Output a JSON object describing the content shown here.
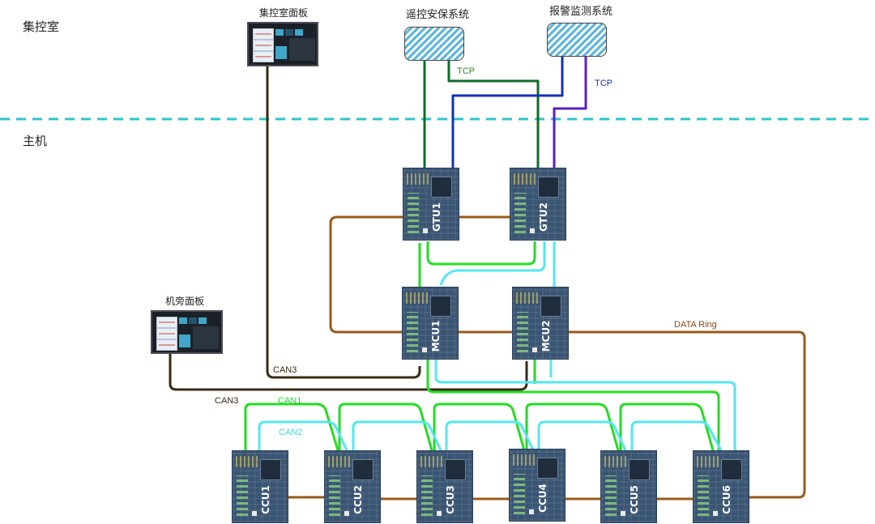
{
  "zones": {
    "control_room": "集控室",
    "host": "主机"
  },
  "systems": {
    "remote_security": "遥控安保系统",
    "alarm_monitor": "报警监测系统"
  },
  "panels": {
    "control_room_panel": "集控室面板",
    "engine_room_panel": "机旁面板"
  },
  "boards": {
    "gtu1": "GTU1",
    "gtu2": "GTU2",
    "mcu1": "MCU1",
    "mcu2": "MCU2",
    "ccu": [
      "CCU1",
      "CCU2",
      "CCU3",
      "CCU4",
      "CCU5",
      "CCU6"
    ]
  },
  "links": {
    "tcp_1": "TCP",
    "tcp_2": "TCP",
    "can3_upper": "CAN3",
    "can3_lower": "CAN3",
    "can1": "CAN1",
    "can2": "CAN2",
    "data_ring": "DATA Ring"
  },
  "colors": {
    "divider": "#2ec4c8",
    "tcp_green": "#0f6b2a",
    "tcp_blue": "#1230b8",
    "tcp_purple": "#5a1fc2",
    "can1": "#22dd22",
    "can2": "#55e6f2",
    "can3": "#3a2a14",
    "data_ring": "#9a5a1a"
  }
}
